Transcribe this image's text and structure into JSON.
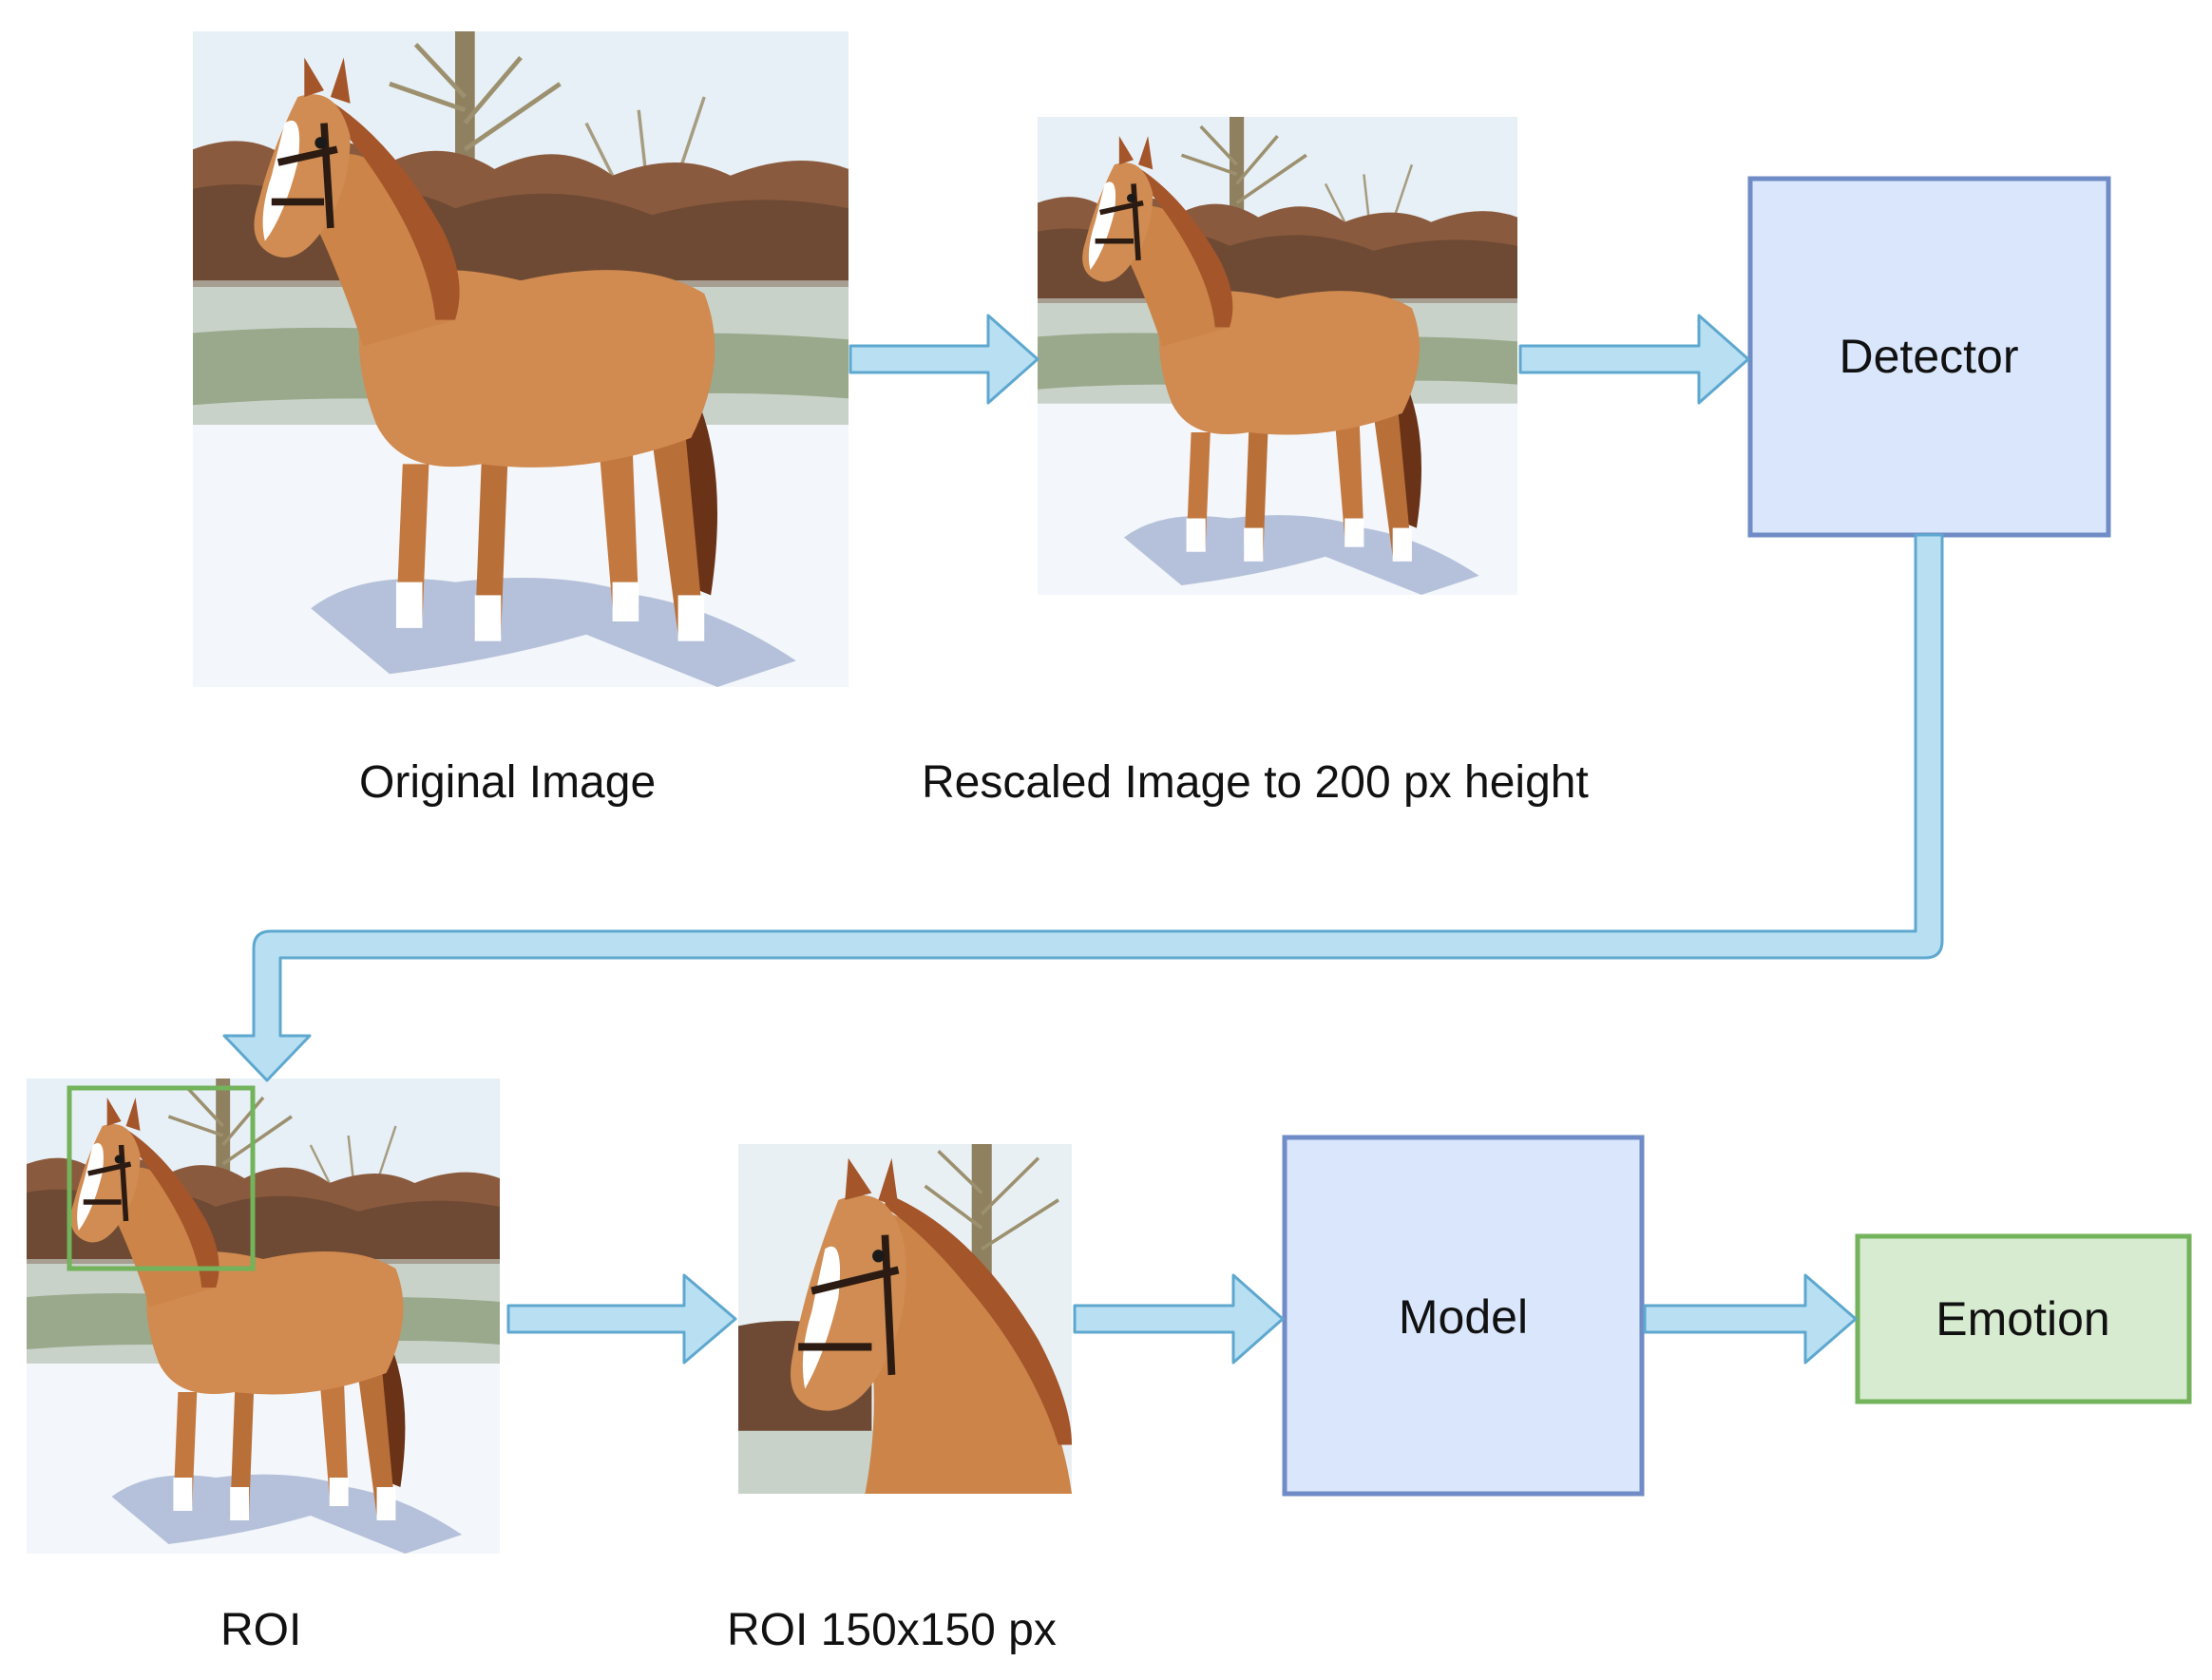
{
  "captions": {
    "original_image": "Original Image",
    "rescaled_image": "Rescaled Image to 200 px height",
    "roi": "ROI",
    "roi_size": "ROI 150x150 px"
  },
  "boxes": {
    "detector": "Detector",
    "model": "Model",
    "emotion": "Emotion"
  },
  "colors": {
    "arrow_fill": "#b9dff2",
    "arrow_stroke": "#5ea8cf",
    "process_fill": "#d9e6fb",
    "process_stroke": "#6f8cc6",
    "emotion_fill": "#d7ebd1",
    "emotion_stroke": "#72b35b",
    "roi_box_stroke": "#72b35b"
  }
}
